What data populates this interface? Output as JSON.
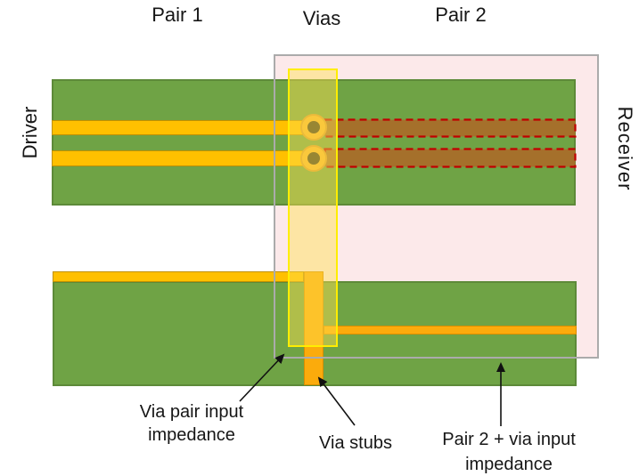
{
  "diagram": {
    "title_labels": {
      "pair1": "Pair 1",
      "vias": "Vias",
      "pair2": "Pair 2"
    },
    "side_labels": {
      "driver": "Driver",
      "receiver": "Receiver"
    },
    "annotations": {
      "via_pair_input": {
        "line1": "Via pair input",
        "line2": "impedance"
      },
      "via_stubs": {
        "label": "Via stubs"
      },
      "pair2_via_input": {
        "line1": "Pair 2 + via input",
        "line2": "impedance"
      }
    }
  },
  "colors": {
    "board_green": "#6FA345",
    "board_border": "#5D8A39",
    "trace_gold": "#FFC000",
    "trace_border": "#BF9000",
    "via_orange": "#FBAB0C",
    "via_hole": "#443C1C",
    "hidden_trace_brown": "#A5702B",
    "dashed_red": "#C00000",
    "pink_fill": "#FCE9EA",
    "pink_border": "#ABABAB",
    "yellow_border": "#FFEE00"
  }
}
